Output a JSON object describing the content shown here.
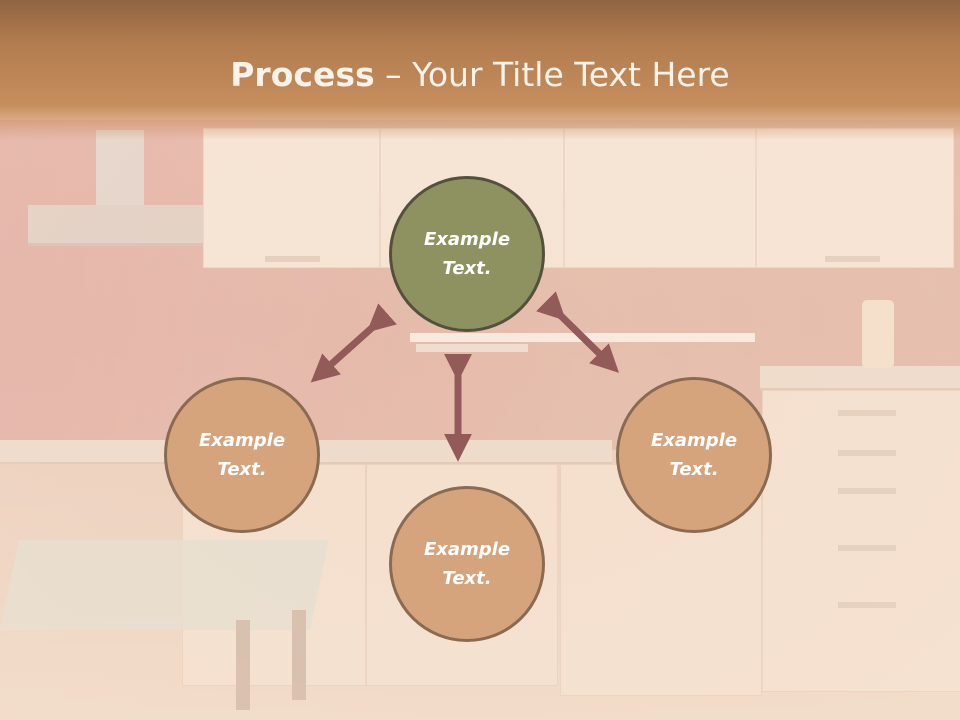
{
  "slide": {
    "title_bold": "Process",
    "title_rest": " – Your Title Text Here"
  },
  "diagram": {
    "nodes": {
      "top": {
        "label": "Example\nText."
      },
      "left": {
        "label": "Example\nText."
      },
      "right": {
        "label": "Example\nText."
      },
      "bottom": {
        "label": "Example\nText."
      }
    }
  },
  "colors": {
    "center_fill": "#8e9260",
    "outer_fill": "#d5a47c",
    "arrow": "#925a58",
    "header": "#b17c4f"
  }
}
